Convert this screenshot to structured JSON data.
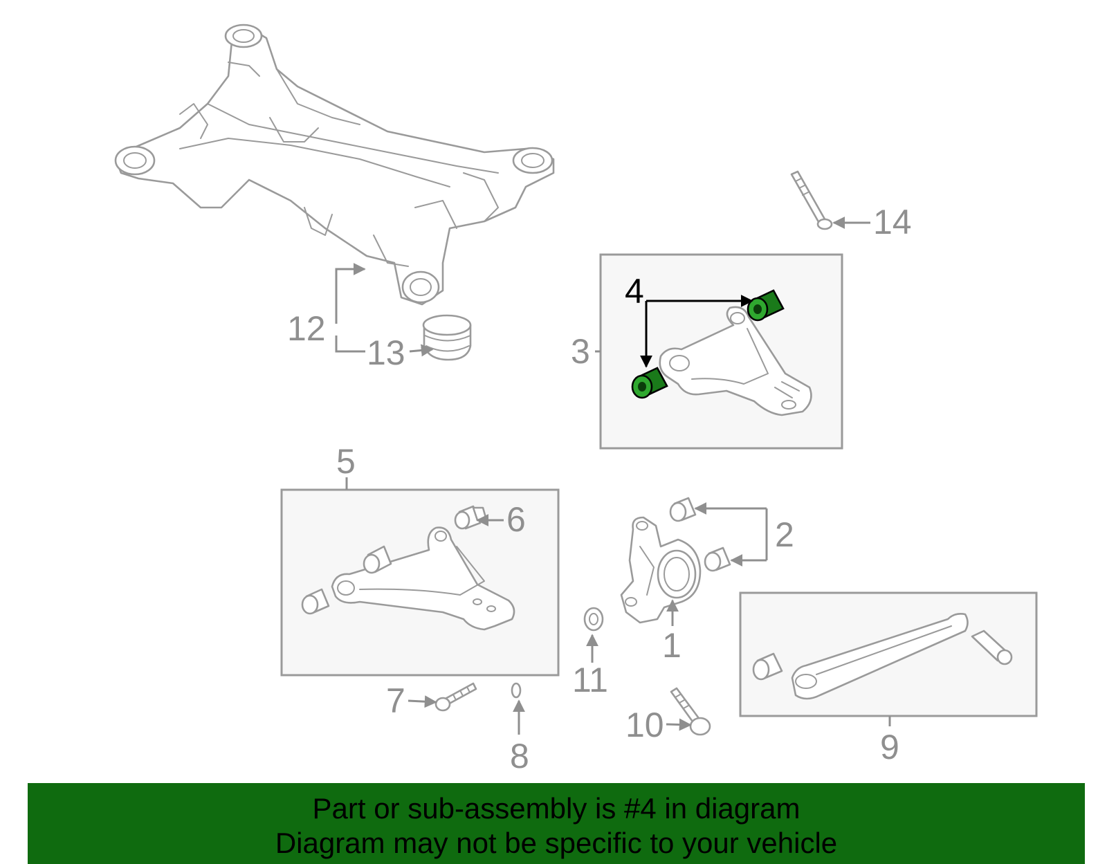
{
  "diagram": {
    "callouts": {
      "c1": "1",
      "c2": "2",
      "c3": "3",
      "c4": "4",
      "c5": "5",
      "c6": "6",
      "c7": "7",
      "c8": "8",
      "c9": "9",
      "c10": "10",
      "c11": "11",
      "c12": "12",
      "c13": "13",
      "c14": "14"
    },
    "highlighted_part": "4",
    "colors": {
      "highlight": "#2fa82f",
      "footer_bg": "#0f6b0f",
      "outline": "#9a9a9a",
      "callout": "#8f8f8f"
    }
  },
  "footer": {
    "line1": "Part or sub-assembly is #4 in diagram",
    "line2": "Diagram may not be specific to your vehicle"
  }
}
